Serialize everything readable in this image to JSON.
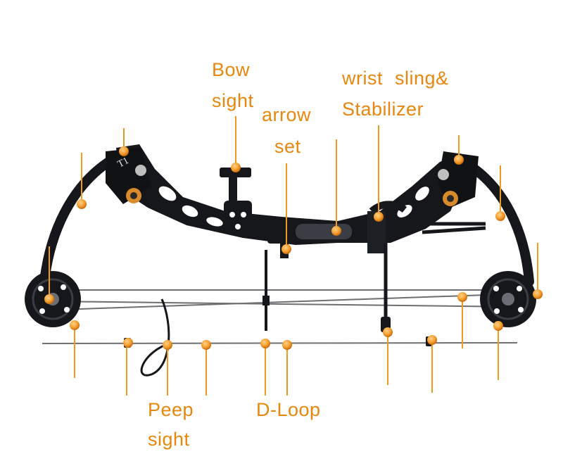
{
  "labels": {
    "bow_sight_1": "Bow",
    "bow_sight_2": "sight",
    "arrow_set_1": "arrow",
    "arrow_set_2": "set",
    "wrist_sling_1": "wrist",
    "wrist_sling_2": "sling&",
    "stabilizer": "Stabilizer",
    "peep_sight_1": "Peep",
    "peep_sight_2": "sight",
    "d_loop": "D-Loop"
  },
  "colors": {
    "label": "#e8870f",
    "callout_line": "#f29a1f",
    "callout_dot": "#f5a030",
    "bow": "#15171a",
    "string": "#6d6f72",
    "background": "#ffffff"
  },
  "icons": {
    "bow": "compound-bow",
    "cam": "pulley-cam"
  },
  "bow_brand": "T1"
}
